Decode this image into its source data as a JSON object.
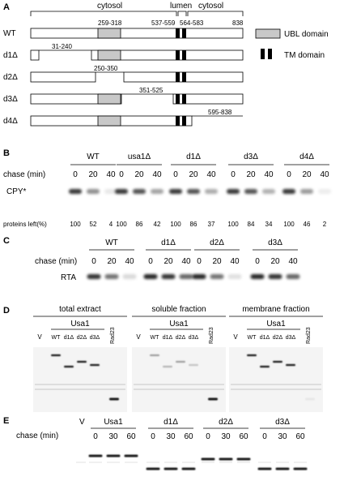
{
  "panelA": {
    "letter": "A",
    "regions": {
      "cytosol1": "cytosol",
      "lumen": "lumen",
      "cytosol2": "cytosol"
    },
    "positions": {
      "ubl": "259-318",
      "tm1": "537-559",
      "tm2": "564-583",
      "end": "838"
    },
    "legend": {
      "ubl": "UBL domain",
      "tm": "TM domain"
    },
    "constructs": [
      {
        "name": "WT",
        "deletion": ""
      },
      {
        "name": "d1Δ",
        "deletion": "31-240"
      },
      {
        "name": "d2Δ",
        "deletion": "250-350"
      },
      {
        "name": "d3Δ",
        "deletion": "351-525"
      },
      {
        "name": "d4Δ",
        "deletion": "595-838"
      }
    ],
    "colors": {
      "ubl": "#c8c8c8",
      "tm": "#000000"
    }
  },
  "panelB": {
    "letter": "B",
    "chase_label": "chase (min)",
    "groups": [
      "WT",
      "usa1Δ",
      "d1Δ",
      "d3Δ",
      "d4Δ"
    ],
    "times": [
      "0",
      "20",
      "40"
    ],
    "band_label": "CPY*",
    "left_label": "proteins left(%)",
    "percent": [
      [
        "100",
        "52",
        "4"
      ],
      [
        "100",
        "86",
        "42"
      ],
      [
        "100",
        "86",
        "37"
      ],
      [
        "100",
        "84",
        "34"
      ],
      [
        "100",
        "46",
        "2"
      ]
    ]
  },
  "panelC": {
    "letter": "C",
    "chase_label": "chase (min)",
    "groups": [
      "WT",
      "d1Δ",
      "d2Δ",
      "d3Δ"
    ],
    "times": [
      "0",
      "20",
      "40"
    ],
    "band_label": "RTA"
  },
  "panelD": {
    "letter": "D",
    "sections": [
      {
        "title": "total extract",
        "group": "Usa1",
        "v": "V",
        "lanes": [
          "WT",
          "d1Δ",
          "d2Δ",
          "d3Δ"
        ],
        "extra": "Rad23"
      },
      {
        "title": "soluble fraction",
        "group": "Usa1",
        "v": "V",
        "lanes": [
          "WT",
          "d1Δ",
          "d2Δ",
          "d3Δ"
        ],
        "extra": "Rad23"
      },
      {
        "title": "membrane fraction",
        "group": "Usa1",
        "v": "V",
        "lanes": [
          "WT",
          "d1Δ",
          "d2Δ",
          "d3Δ"
        ],
        "extra": "Rad23"
      }
    ]
  },
  "panelE": {
    "letter": "E",
    "chase_label": "chase (min)",
    "v": "V",
    "groups": [
      "Usa1",
      "d1Δ",
      "d2Δ",
      "d3Δ"
    ],
    "times": [
      "0",
      "30",
      "60"
    ]
  }
}
